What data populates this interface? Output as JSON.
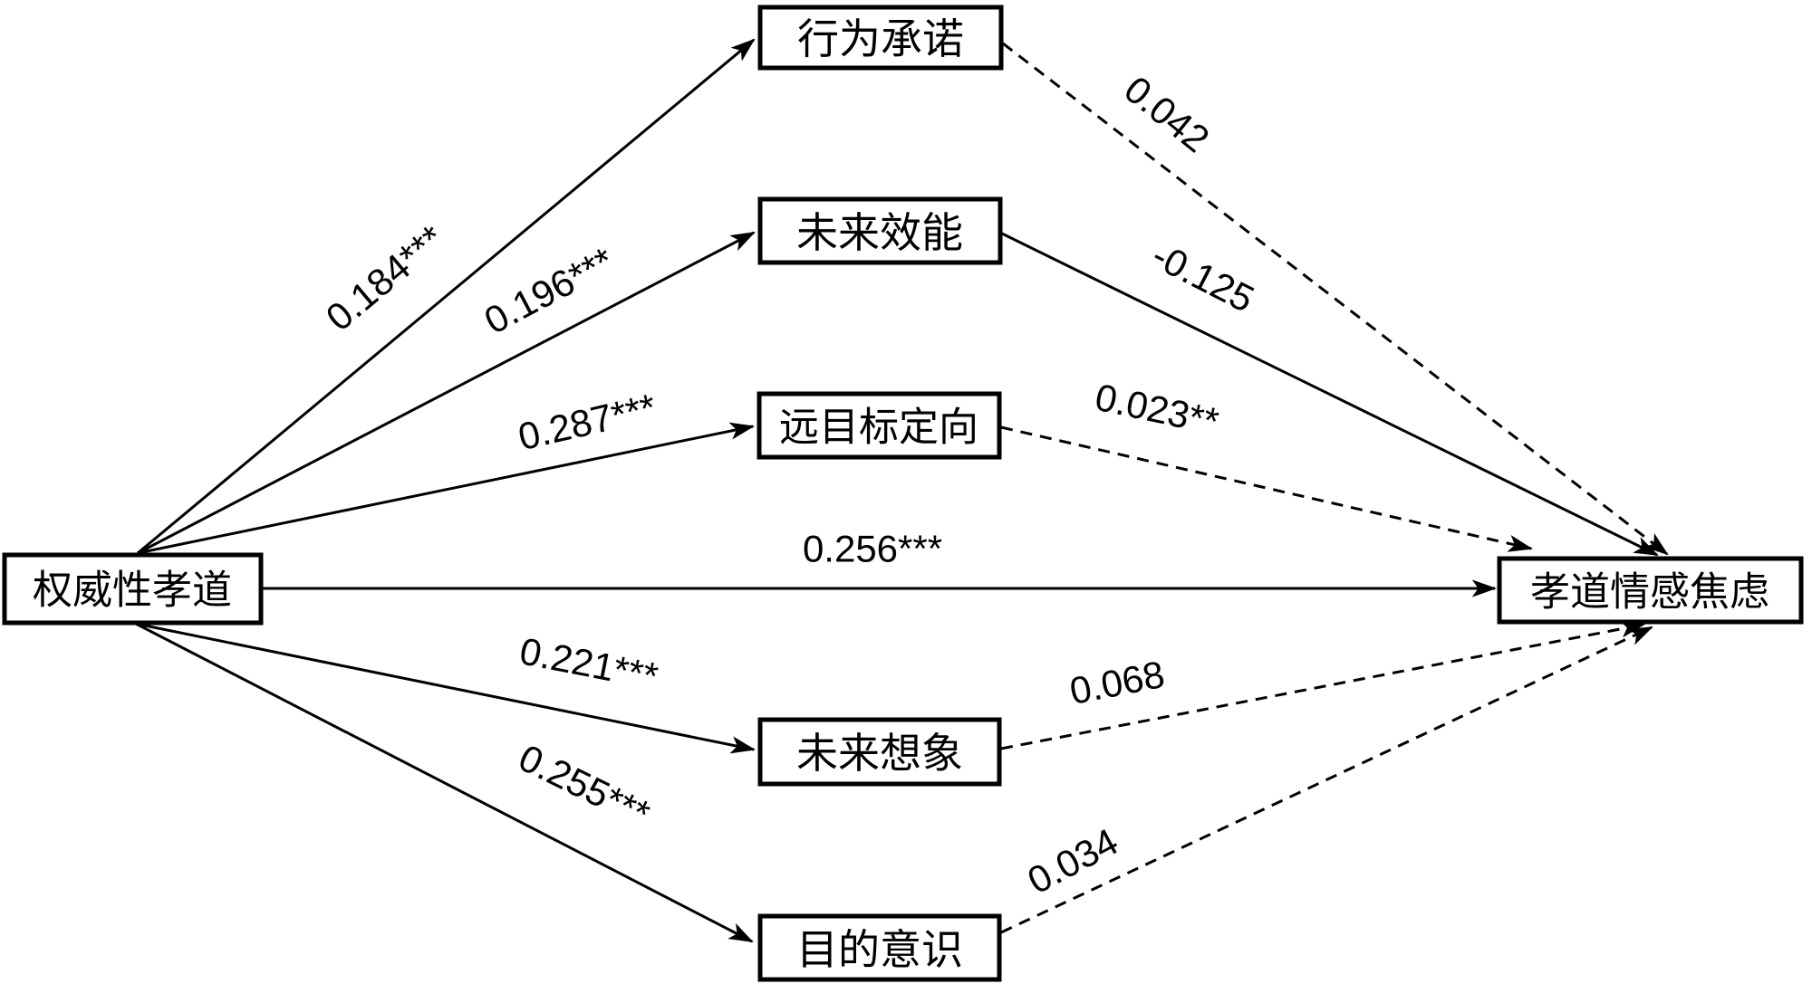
{
  "diagram": {
    "title": "mediation-path-model",
    "colors": {
      "line": "#000000",
      "text": "#000000",
      "background": "#ffffff"
    },
    "nodes": {
      "predictor": "权威性孝道",
      "outcome": "孝道情感焦虑",
      "mediators": [
        "行为承诺",
        "未来效能",
        "远目标定向",
        "未来想象",
        "目的意识"
      ]
    },
    "coefficients": {
      "a1": "0.184***",
      "a2": "0.196***",
      "a3": "0.287***",
      "c_direct": "0.256***",
      "a4": "0.221***",
      "a5": "0.255***",
      "b1": "0.042",
      "b2": "-0.125",
      "b3": "0.023**",
      "b4": "0.068",
      "b5": "0.034"
    },
    "line_styles": {
      "predictor_to_mediators": "solid",
      "direct_path": "solid",
      "b1_style": "dashed",
      "b2_style": "solid",
      "b3_style": "dashed",
      "b4_style": "dashed",
      "b5_style": "dashed"
    }
  }
}
